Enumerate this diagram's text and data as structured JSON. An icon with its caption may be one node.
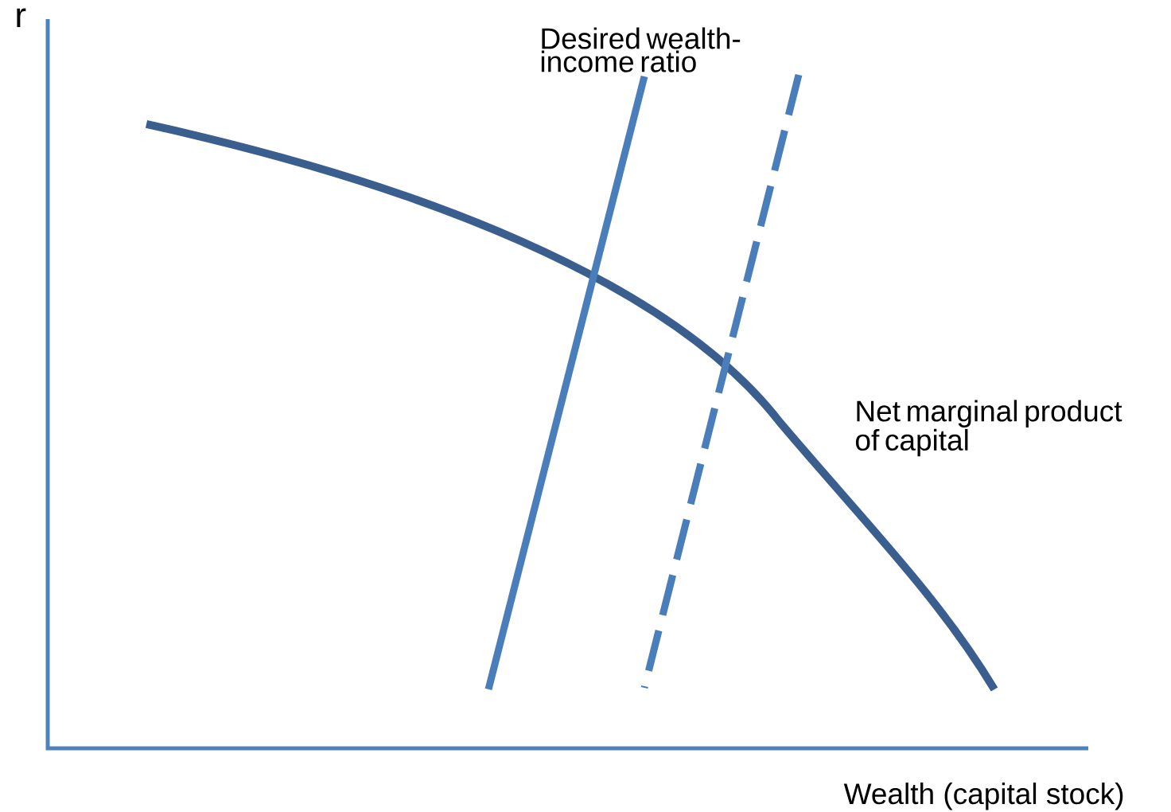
{
  "diagram": {
    "labels": [
      "r",
      "Desired wealth-income ratio",
      "Net marginal product of capital",
      "Wealth (capital stock)"
    ]
  }
}
